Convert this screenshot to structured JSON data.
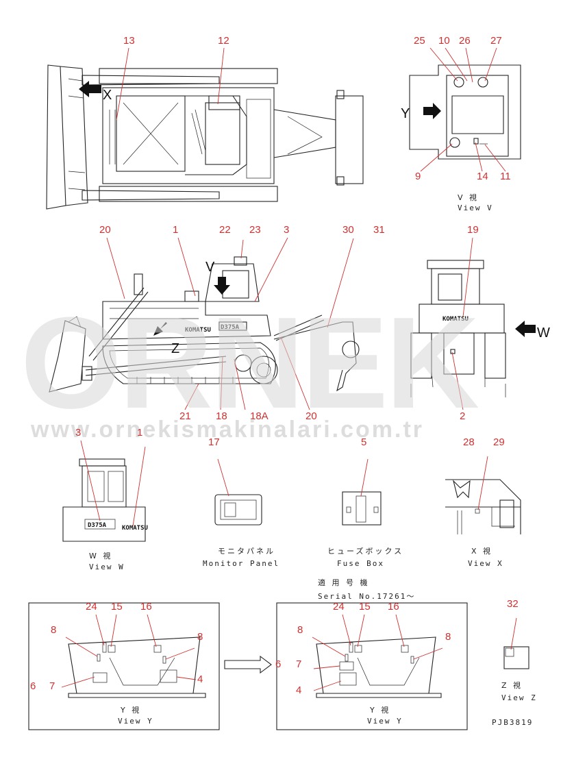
{
  "watermark": {
    "logo_text": "ORNEK",
    "url": "www.ornekismakinalari.com.tr"
  },
  "views": {
    "view_v": {
      "jp": "V 視",
      "en": "View V"
    },
    "view_w": {
      "jp": "W 視",
      "en": "View W"
    },
    "view_x": {
      "jp": "X 視",
      "en": "View X"
    },
    "view_y1": {
      "jp": "Y 視",
      "en": "View Y"
    },
    "view_y2": {
      "jp": "Y 視",
      "en": "View Y"
    },
    "view_z": {
      "jp": "Z 視",
      "en": "View Z"
    },
    "monitor_panel": {
      "jp": "モニタパネル",
      "en": "Monitor Panel"
    },
    "fuse_box": {
      "jp": "ヒューズボックス",
      "en": "Fuse Box"
    }
  },
  "serial": {
    "jp": "適 用 号 機",
    "en": "Serial No.17261〜"
  },
  "drawing_code": "PJB3819",
  "arrow_letters": {
    "x": "X",
    "y": "Y",
    "w": "W",
    "v": "V",
    "z": "Z"
  },
  "machine_text": {
    "model": "D375A",
    "brand": "KOMATSU"
  },
  "callouts": {
    "c13": "13",
    "c12": "12",
    "c25": "25",
    "c10": "10",
    "c26": "26",
    "c27": "27",
    "c9": "9",
    "c14": "14",
    "c11": "11",
    "c20a": "20",
    "c1a": "1",
    "c22": "22",
    "c23": "23",
    "c3a": "3",
    "c30": "30",
    "c31": "31",
    "c19": "19",
    "c21": "21",
    "c18": "18",
    "c18a": "18A",
    "c20b": "20",
    "c2": "2",
    "c3b": "3",
    "c1b": "1",
    "c17": "17",
    "c5": "5",
    "c28": "28",
    "c29": "29",
    "c24a": "24",
    "c15a": "15",
    "c16a": "16",
    "c8a": "8",
    "c8b": "8",
    "c6a": "6",
    "c7a": "7",
    "c4a": "4",
    "c24b": "24",
    "c15b": "15",
    "c16b": "16",
    "c8c": "8",
    "c8d": "8",
    "c6b": "6",
    "c7b": "7",
    "c4b": "4",
    "c32": "32"
  }
}
